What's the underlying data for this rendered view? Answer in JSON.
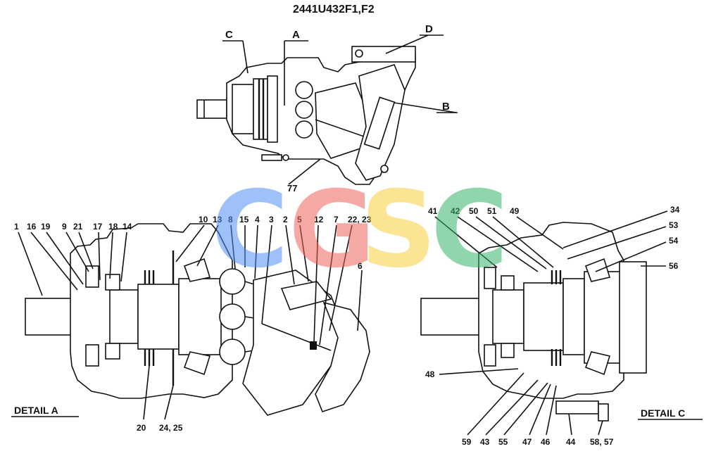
{
  "drawing": {
    "title": "2441U432F1,F2",
    "detail_a_label": "DETAIL  A",
    "detail_c_label": "DETAIL  C"
  },
  "top_view": {
    "labels": [
      "C",
      "A",
      "D",
      "B",
      "77"
    ]
  },
  "detail_a": {
    "callouts": [
      "1",
      "16",
      "19",
      "9",
      "21",
      "17",
      "18",
      "14",
      "10",
      "13",
      "8",
      "15",
      "4",
      "3",
      "2",
      "5",
      "12",
      "7",
      "22, 23",
      "6",
      "20",
      "24, 25"
    ]
  },
  "detail_c": {
    "callouts": [
      "41",
      "42",
      "50",
      "51",
      "49",
      "34",
      "53",
      "54",
      "56",
      "48",
      "59",
      "43",
      "55",
      "47",
      "46",
      "44",
      "58, 57"
    ]
  },
  "watermark": {
    "letters": [
      "C",
      "G",
      "S",
      "C"
    ],
    "colors": [
      "#4f8ff7",
      "#f0625a",
      "#f9cf3e",
      "#39b36b"
    ]
  }
}
